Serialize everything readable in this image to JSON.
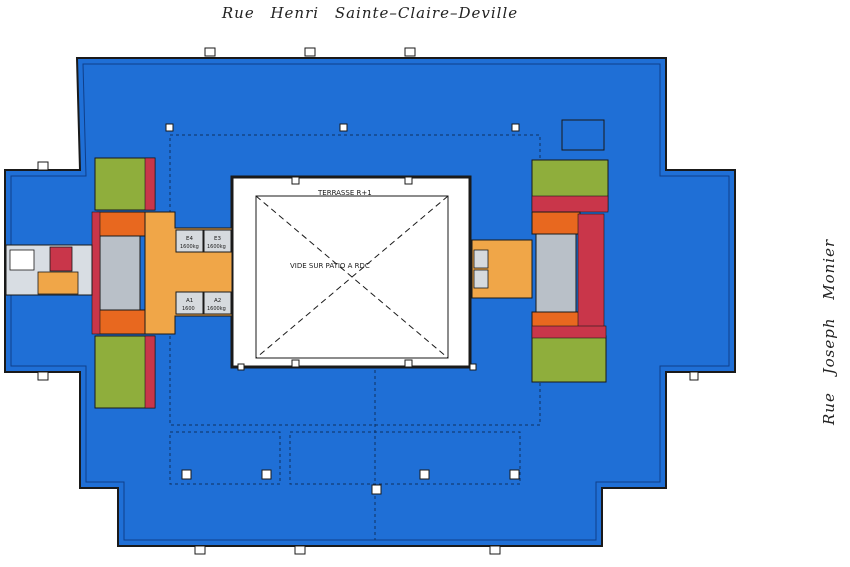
{
  "streets": {
    "top": "Rue    Henri    Sainte–Claire–Deville",
    "right": "Rue    Joseph    Monier"
  },
  "plan": {
    "terrace_label": "TERRASSE R+1",
    "patio_label": "VIDE SUR PATIO A RDC",
    "lifts": [
      {
        "id": "E4",
        "capacity": "1600kg"
      },
      {
        "id": "E3",
        "capacity": "1600kg"
      },
      {
        "id": "A1",
        "capacity": "1600"
      },
      {
        "id": "A2",
        "capacity": "1600kg"
      }
    ]
  },
  "colors": {
    "office_floor": "#1f6fd6",
    "wc": "#8fae3c",
    "stairs": "#e8681f",
    "lobby": "#f0a648",
    "service": "#c9364a",
    "patio": "#ffffff",
    "wall": "#1a1a1a"
  }
}
